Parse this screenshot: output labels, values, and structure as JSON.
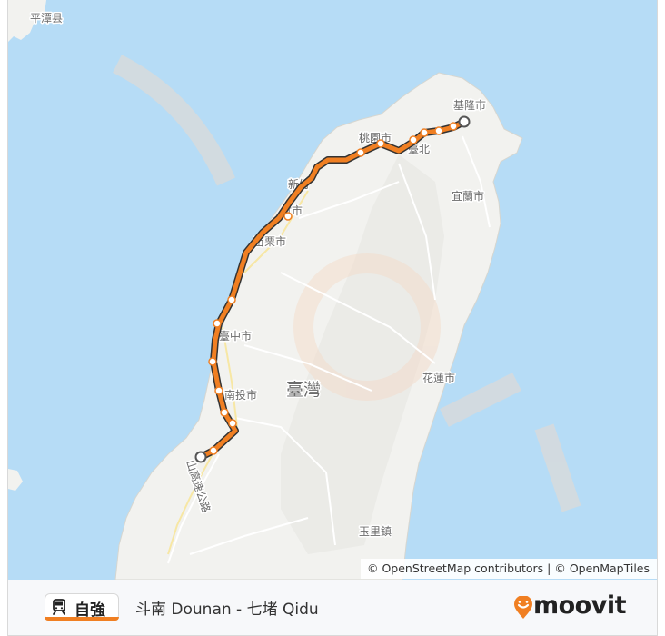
{
  "map": {
    "labels": {
      "penghu": "平潭县",
      "keelung": "基隆市",
      "taoyuan": "桃園市",
      "taipei": "臺北",
      "xinzhu_county": "新竹",
      "xinzhu_city": "竹市",
      "miaoli": "苗栗市",
      "yilan": "宜蘭市",
      "taichung": "臺中市",
      "nantou": "南投市",
      "taiwan": "臺灣",
      "hualien": "花蓮市",
      "yuli": "玉里鎮",
      "freeway": "山高速公路"
    },
    "route_color": "#f07f22",
    "land_color": "#f2f2ef",
    "water_color": "#b6dcf6"
  },
  "attribution": "© OpenStreetMap contributors | © OpenMapTiles",
  "footer": {
    "badge_label": "自強",
    "badge_icon": "train-icon",
    "route_title": "斗南 Dounan - 七堵 Qidu",
    "brand": "moovit",
    "brand_icon": "moovit-logo-icon"
  }
}
